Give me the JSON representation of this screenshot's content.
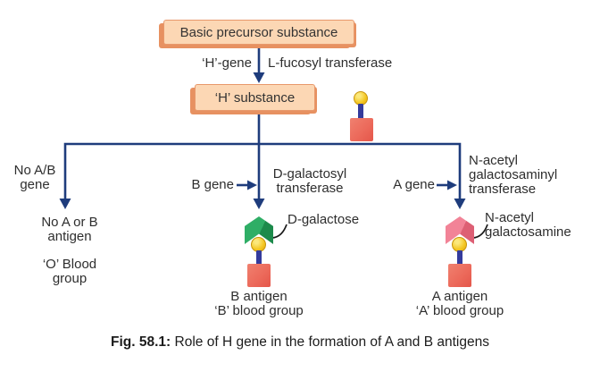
{
  "figure": {
    "type": "flow-diagram",
    "caption": {
      "prefix": "Fig. 58.1:",
      "text": " Role of H gene in the formation of A and B antigens"
    }
  },
  "top": {
    "precursor_box": "Basic precursor substance",
    "h_gene_label": "‘H’-gene",
    "enzyme_label": "L-fucosyl transferase",
    "h_substance_box": "‘H’ substance"
  },
  "branch_o": {
    "gene_label": "No A/B\ngene",
    "result_antigen": "No A or B\nantigen",
    "result_group": "‘O’ Blood\ngroup"
  },
  "branch_b": {
    "gene_label": "B gene",
    "enzyme_label": "D-galactosyl\ntransferase",
    "sugar_label": "D-galactose",
    "result": "B antigen\n‘B’ blood group"
  },
  "branch_a": {
    "gene_label": "A gene",
    "enzyme_label": "N-acetyl\ngalactosaminyl\ntransferase",
    "sugar_label": "N-acetyl\ngalactosamine",
    "result": "A antigen\n‘A’ blood group"
  },
  "icons": {
    "h_substance_glycan": "yellow-circle-on-red-square",
    "b_antigen_glycan": "green-chevron-yellow-circle-red-square",
    "a_antigen_glycan": "pink-chevron-yellow-circle-red-square"
  },
  "colors": {
    "line": "#1e3c7c",
    "box_fill": "#fcd7b4",
    "box_border": "#e8996c",
    "box_shadow": "#e79161",
    "sugar_yellow": "#f3c51f",
    "square_red": "#ec6a5b",
    "stem_blue": "#343b9c",
    "galactose_green": "#2aa15c",
    "galactosamine_pink": "#f08297",
    "text": "#2e2e2e"
  }
}
